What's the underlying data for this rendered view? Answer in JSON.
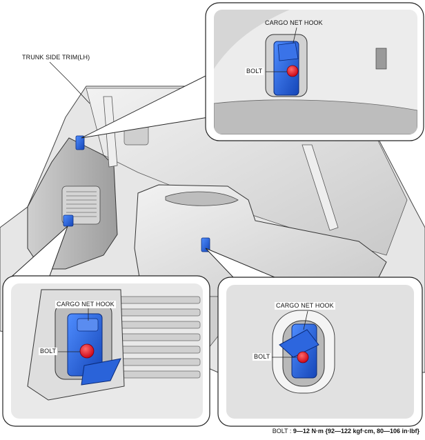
{
  "labels": {
    "trunk_side_trim": "TRUNK SIDE TRIM(LH)",
    "inset_top": {
      "hook": "CARGO NET HOOK",
      "bolt": "BOLT"
    },
    "inset_bottom_left": {
      "hook": "CARGO NET HOOK",
      "bolt": "BOLT"
    },
    "inset_bottom_right": {
      "hook": "CARGO NET HOOK",
      "bolt": "BOLT"
    }
  },
  "torque_spec": {
    "part": "BOLT",
    "value": "9—12 N·m {92—122 kgf·cm, 80—106 in·lbf}"
  },
  "colors": {
    "hook_blue": "#1f5fd6",
    "bolt_red": "#e0162b",
    "trim_gray": "#d9d9d9",
    "outline": "#222222"
  }
}
